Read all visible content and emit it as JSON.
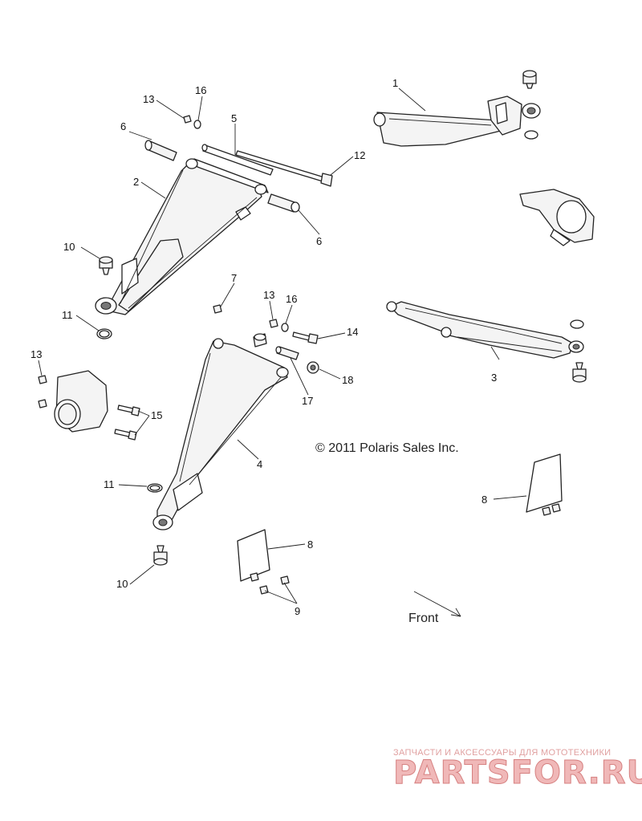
{
  "callouts": [
    {
      "id": "c1",
      "label": "1"
    },
    {
      "id": "c2",
      "label": "2"
    },
    {
      "id": "c3",
      "label": "3"
    },
    {
      "id": "c4",
      "label": "4"
    },
    {
      "id": "c5",
      "label": "5"
    },
    {
      "id": "c6a",
      "label": "6"
    },
    {
      "id": "c6b",
      "label": "6"
    },
    {
      "id": "c7",
      "label": "7"
    },
    {
      "id": "c8a",
      "label": "8"
    },
    {
      "id": "c8b",
      "label": "8"
    },
    {
      "id": "c9",
      "label": "9"
    },
    {
      "id": "c10a",
      "label": "10"
    },
    {
      "id": "c10b",
      "label": "10"
    },
    {
      "id": "c11a",
      "label": "11"
    },
    {
      "id": "c11b",
      "label": "11"
    },
    {
      "id": "c12",
      "label": "12"
    },
    {
      "id": "c13a",
      "label": "13"
    },
    {
      "id": "c13b",
      "label": "13"
    },
    {
      "id": "c13c",
      "label": "13"
    },
    {
      "id": "c14",
      "label": "14"
    },
    {
      "id": "c15",
      "label": "15"
    },
    {
      "id": "c16a",
      "label": "16"
    },
    {
      "id": "c16b",
      "label": "16"
    },
    {
      "id": "c17",
      "label": "17"
    },
    {
      "id": "c18",
      "label": "18"
    }
  ],
  "copyright": "© 2011 Polaris Sales Inc.",
  "front_label": "Front",
  "watermark": {
    "tagline": "ЗАПЧАСТИ И АКСЕССУАРЫ ДЛЯ МОТОТЕХНИКИ",
    "brand": "PARTSFOR.RU",
    "color": "#e07070"
  }
}
